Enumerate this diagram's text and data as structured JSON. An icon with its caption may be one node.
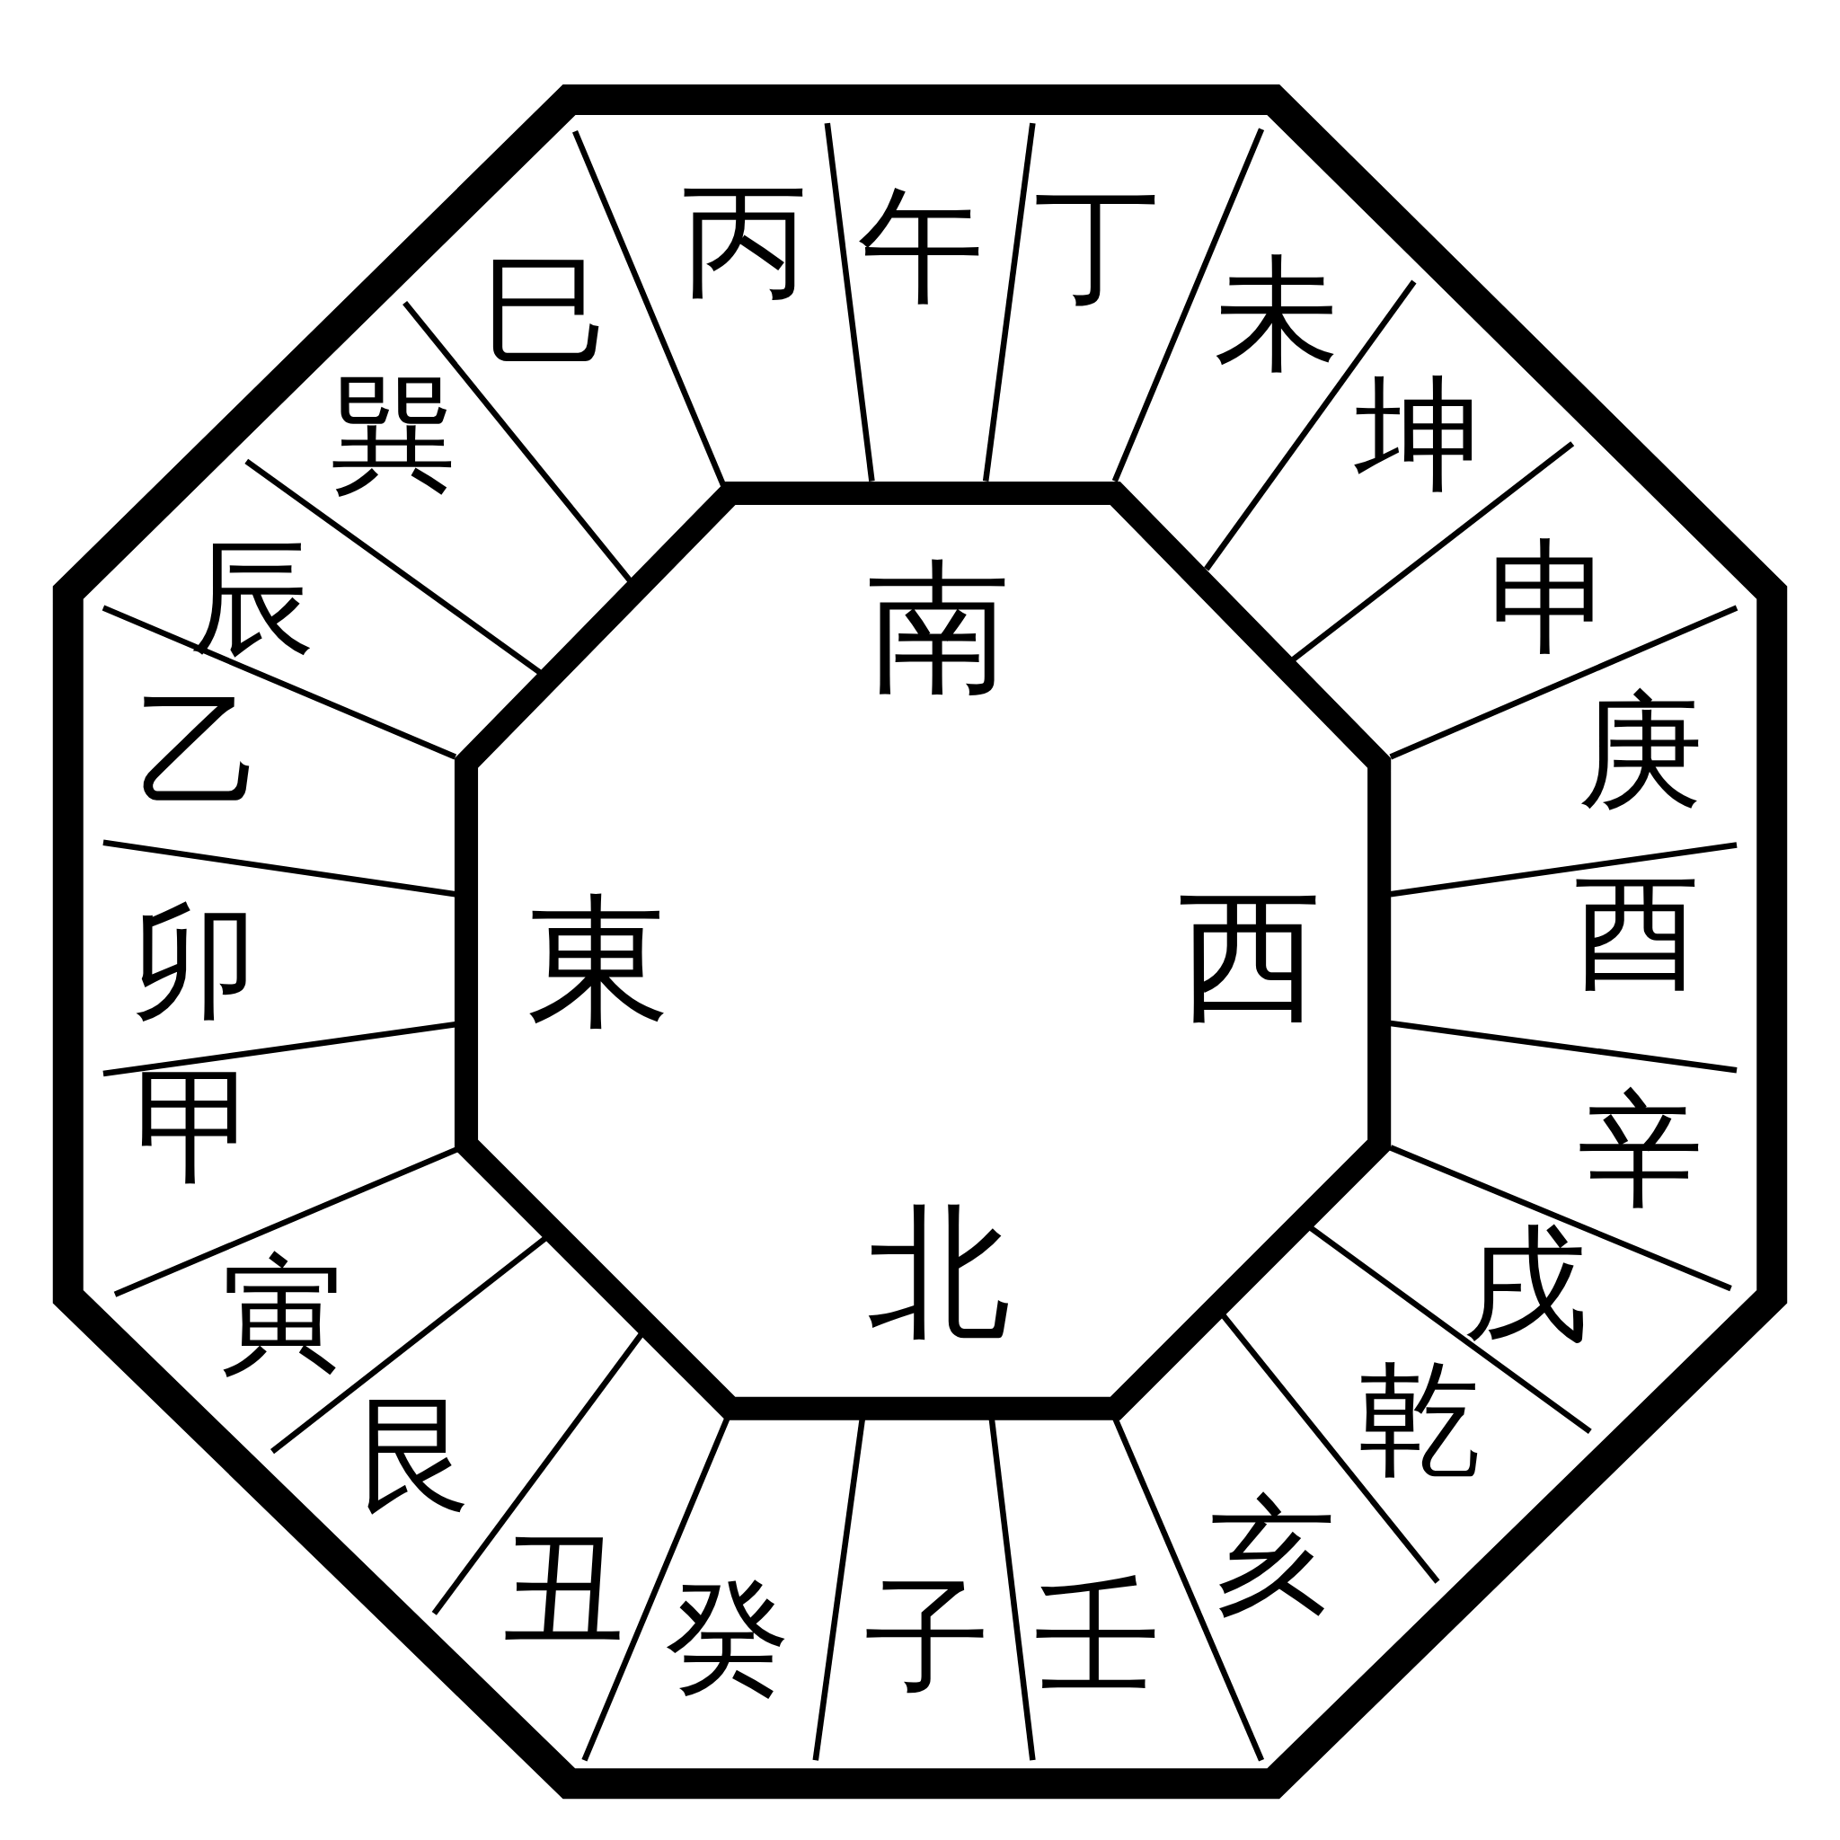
{
  "diagram": {
    "nodes": [
      {
        "text": [
          "南",
          "東",
          "西",
          "北"
        ]
      },
      {
        "text": [
          "丙"
        ]
      },
      {
        "text": [
          "午"
        ]
      },
      {
        "text": [
          "丁"
        ]
      },
      {
        "text": [
          "未"
        ]
      },
      {
        "text": [
          "坤"
        ]
      },
      {
        "text": [
          "申"
        ]
      },
      {
        "text": [
          "庚"
        ]
      },
      {
        "text": [
          "酉"
        ]
      },
      {
        "text": [
          "辛"
        ]
      },
      {
        "text": [
          "戌"
        ]
      },
      {
        "text": [
          "乾"
        ]
      },
      {
        "text": [
          "亥"
        ]
      },
      {
        "text": [
          "壬"
        ]
      },
      {
        "text": [
          "子"
        ]
      },
      {
        "text": [
          "癸"
        ]
      },
      {
        "text": [
          "丑"
        ]
      },
      {
        "text": [
          "艮"
        ]
      },
      {
        "text": [
          "寅"
        ]
      },
      {
        "text": [
          "甲"
        ]
      },
      {
        "text": [
          "卯"
        ]
      },
      {
        "text": [
          "乙"
        ]
      },
      {
        "text": [
          "辰"
        ]
      },
      {
        "text": [
          "巽"
        ]
      },
      {
        "text": [
          "巳"
        ]
      }
    ]
  }
}
